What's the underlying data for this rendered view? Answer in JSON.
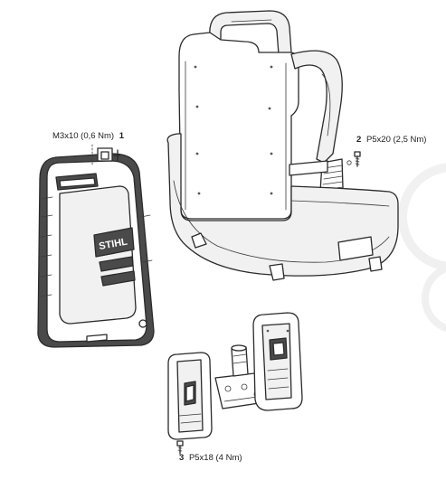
{
  "callouts": {
    "screw_1": {
      "number": "1",
      "spec": "M3x10 (0,6 Nm)"
    },
    "screw_2": {
      "number": "2",
      "spec": "P5x20 (2,5 Nm)"
    },
    "screw_3": {
      "number": "3",
      "spec": "P5x18 (4 Nm)"
    }
  },
  "battery": {
    "brand_logo": "STIHL"
  },
  "icons": [
    "screw-icon",
    "battery-pack-illustration",
    "backpack-carrier-illustration",
    "wall-mount-bracket-illustration"
  ]
}
